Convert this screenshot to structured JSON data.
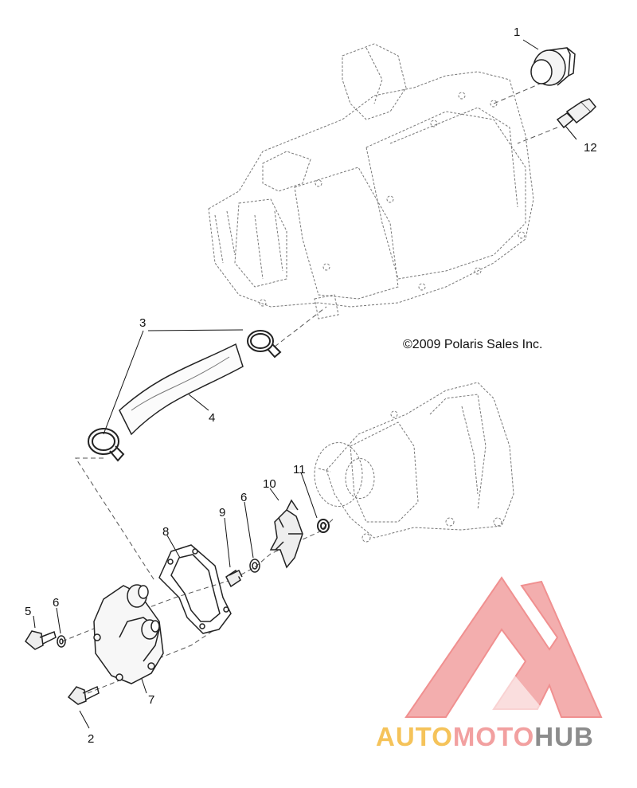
{
  "diagram": {
    "callouts": [
      {
        "id": "c1",
        "text": "1"
      },
      {
        "id": "c12",
        "text": "12"
      },
      {
        "id": "c3",
        "text": "3"
      },
      {
        "id": "c4",
        "text": "4"
      },
      {
        "id": "c11",
        "text": "11"
      },
      {
        "id": "c10",
        "text": "10"
      },
      {
        "id": "c9",
        "text": "9"
      },
      {
        "id": "c6a",
        "text": "6"
      },
      {
        "id": "c8",
        "text": "8"
      },
      {
        "id": "c5",
        "text": "5"
      },
      {
        "id": "c6b",
        "text": "6"
      },
      {
        "id": "c7",
        "text": "7"
      },
      {
        "id": "c2",
        "text": "2"
      }
    ],
    "copyright": "©2009 Polaris Sales Inc."
  },
  "watermark": {
    "parts": [
      "AUTO",
      "MOTO",
      "HUB"
    ],
    "colors": {
      "auto": "#f5c35a",
      "moto": "#f2a0a0",
      "hub": "#8c8c8c",
      "logo": "#f08a8a"
    }
  }
}
